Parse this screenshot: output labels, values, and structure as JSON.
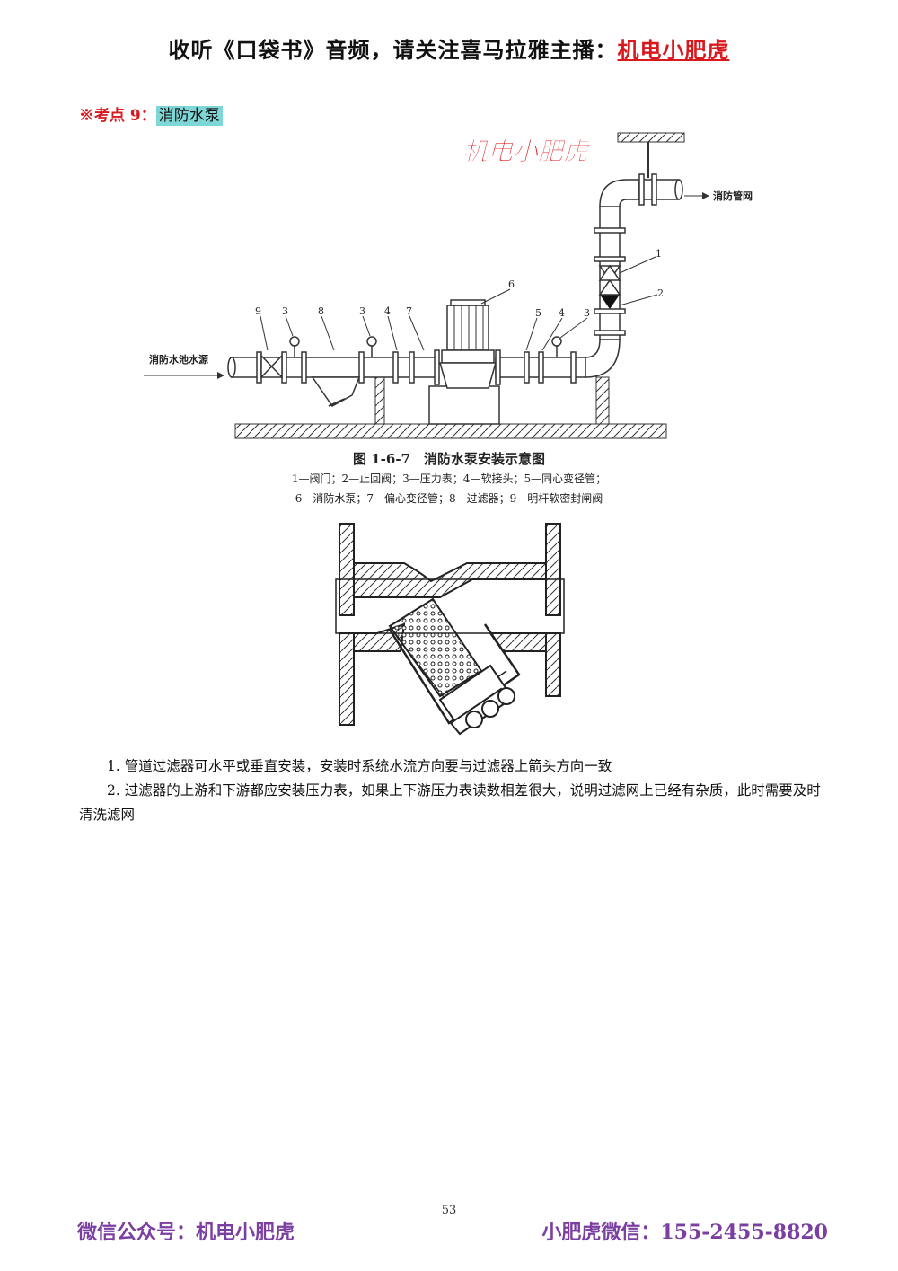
{
  "header": {
    "prefix": "收听《口袋书》音频，请关注喜马拉雅主播：",
    "brand": "机电小肥虎"
  },
  "section": {
    "label": "※考点 9：",
    "highlight": "消防水泵"
  },
  "figure1": {
    "watermark": "机电小肥虎",
    "inlet_label": "消防水池水源",
    "outlet_label": "消防管网",
    "callouts": [
      "9",
      "3",
      "8",
      "3",
      "4",
      "7",
      "6",
      "5",
      "4",
      "3",
      "1",
      "2"
    ],
    "caption": "图 1-6-7　消防水泵安装示意图",
    "legend_line1": "1—阀门；2—止回阀；3—压力表；4—软接头；5—同心变径管；",
    "legend_line2": "6—消防水泵；7—偏心变径管；8—过滤器；9—明杆软密封闸阀"
  },
  "body": {
    "p1": "1. 管道过滤器可水平或垂直安装，安装时系统水流方向要与过滤器上箭头方向一致",
    "p2": "2. 过滤器的上游和下游都应安装压力表，如果上下游压力表读数相差很大，说明过滤网上已经有杂质，此时需要及时清洗滤网"
  },
  "page_number": "53",
  "footer": {
    "left": "微信公众号：机电小肥虎",
    "right": "小肥虎微信：155-2455-8820"
  },
  "colors": {
    "brand_red": "#d9191e",
    "highlight_cyan": "#7fd6d6",
    "footer_purple": "#7a3fa0"
  }
}
